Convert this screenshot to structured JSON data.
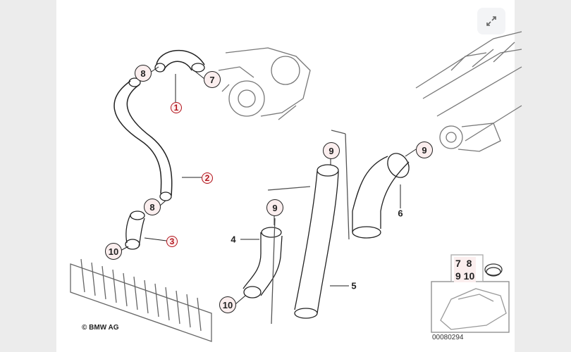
{
  "viewer": {
    "expand_icon": "expand-arrows-icon"
  },
  "diagram": {
    "callouts": {
      "c1": "1",
      "c2": "2",
      "c3": "3",
      "c4": "4",
      "c5": "5",
      "c6": "6",
      "c7": "7",
      "c8a": "8",
      "c8b": "8",
      "c9a": "9",
      "c9b": "9",
      "c9c": "9",
      "c10a": "10",
      "c10b": "10"
    },
    "copyright": "© BMW AG",
    "inset": {
      "row1": "7  8",
      "row2": "9 10",
      "code": "00080294"
    },
    "colors": {
      "callout_fill": "#fbeeee",
      "highlight": "#b0141c"
    }
  }
}
